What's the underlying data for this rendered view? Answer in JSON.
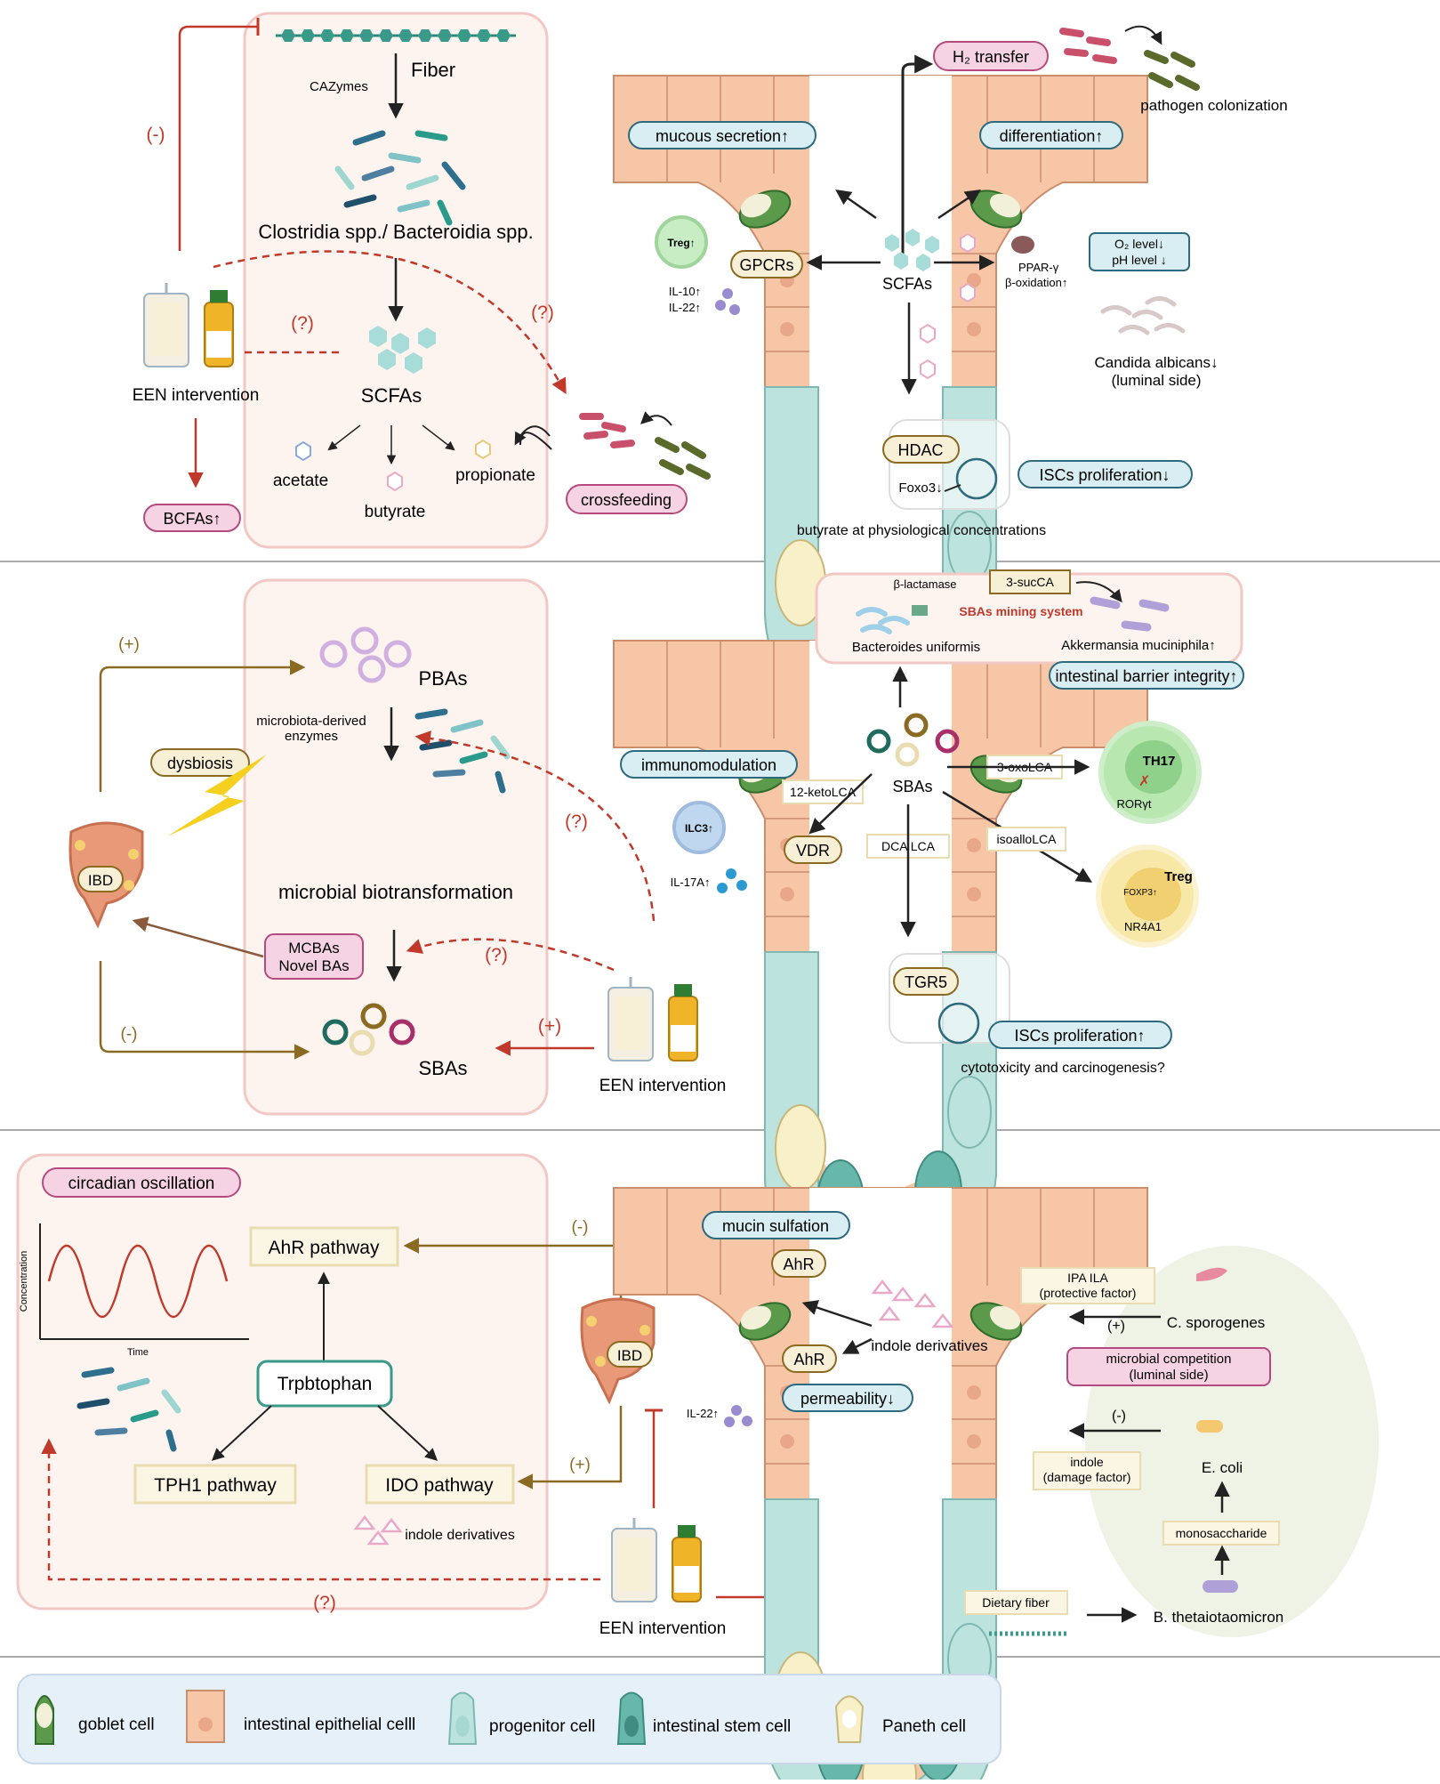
{
  "panel1": {
    "fiber": "Fiber",
    "cazymes": "CAZymes",
    "clostridia": "Clostridia spp./ Bacteroidia spp.",
    "scfas": "SCFAs",
    "acetate": "acetate",
    "butyrate": "butyrate",
    "propionate": "propionate",
    "een": "EEN intervention",
    "bcfas": "BCFAs↑",
    "minus": "(-)",
    "q1": "(?)",
    "q2": "(?)",
    "crossfeeding": "crossfeeding",
    "h2": "H₂ transfer",
    "pathogen": "pathogen colonization",
    "mucous": "mucous secretion↑",
    "differentiation": "differentiation↑",
    "treg": "Treg↑",
    "gpcrs": "GPCRs",
    "il10": "IL-10↑",
    "il22": "IL-22↑",
    "scfas_center": "SCFAs",
    "ppar": "PPAR-γ",
    "beta_ox": "β-oxidation↑",
    "o2": "O₂ level↓",
    "ph": "pH level ↓",
    "candida": "Candida albicans↓",
    "luminal": "(luminal side)",
    "hdac": "HDAC",
    "foxo3": "Foxo3↓",
    "iscs": "ISCs proliferation↓",
    "butyrate_phys": "butyrate at physiological concentrations"
  },
  "panel2": {
    "pbas": "PBAs",
    "plus": "(+)",
    "dysbiosis": "dysbiosis",
    "enzymes": "microbiota-derived\nenzymes",
    "q1": "(?)",
    "q2": "(?)",
    "ibd": "IBD",
    "biotrans": "microbial biotransformation",
    "mcbas": "MCBAs\nNovel BAs",
    "minus": "(-)",
    "sbas": "SBAs",
    "plus2": "(+)",
    "een": "EEN intervention",
    "beta_lact": "β-lactamase",
    "succa": "3-sucCA",
    "mining": "SBAs mining system",
    "bacteroides": "Bacteroides uniformis",
    "akkermansia": "Akkermansia muciniphila↑",
    "barrier": "intestinal barrier integrity↑",
    "immuno": "immunomodulation",
    "keto": "12-ketoLCA",
    "sbas_center": "SBAs",
    "oxolca": "3-oxoLCA",
    "th17": "TH17",
    "rorgt": "RORγt",
    "ilc3": "ILC3↑",
    "vdr": "VDR",
    "dcalca": "DCA LCA",
    "isoallo": "isoalloLCA",
    "il17": "IL-17A↑",
    "treg": "Treg",
    "foxp3": "FOXP3↑",
    "nr4a1": "NR4A1",
    "tgr5": "TGR5",
    "iscs": "ISCs proliferation↑",
    "cyto": "cytotoxicity and carcinogenesis?"
  },
  "panel3": {
    "circadian": "circadian oscillation",
    "concentration": "Concentration",
    "time": "Time",
    "ahr_pathway": "AhR pathway",
    "trp": "Trpbtophan",
    "tph1": "TPH1 pathway",
    "ido": "IDO pathway",
    "indole_deriv": "indole derivatives",
    "minus1": "(-)",
    "plus1": "(+)",
    "ibd": "IBD",
    "q": "(?)",
    "een": "EEN intervention",
    "minus2": "(-)",
    "mucin": "mucin sulfation",
    "ahr1": "AhR",
    "ahr2": "AhR",
    "indole_center": "indole derivatives",
    "permeability": "permeability↓",
    "il22": "IL-22↑",
    "ipa": "IPA ILA\n(protective factor)",
    "sporogenes": "C. sporogenes",
    "plus3": "(+)",
    "competition": "microbial competition\n(luminal side)",
    "minus3": "(-)",
    "indole_dmg": "indole\n(damage factor)",
    "ecoli": "E. coli",
    "monosacch": "monosaccharide",
    "dietary": "Dietary fiber",
    "btheta": "B. thetaiotaomicron"
  },
  "legend": {
    "goblet": "goblet cell",
    "epithelial": "intestinal epithelial celll",
    "progenitor": "progenitor cell",
    "stem": "intestinal stem cell",
    "paneth": "Paneth cell"
  },
  "colors": {
    "red": "#c0392b",
    "gold": "#8b6a22",
    "teal_box": "#d9eef2",
    "pink_box": "#f6d3e3",
    "cream_box": "#f7f0d6",
    "epithelial": "#f6c6a6",
    "progenitor": "#bde3df",
    "stem": "#67b7aa",
    "paneth": "#f8f0c8"
  }
}
